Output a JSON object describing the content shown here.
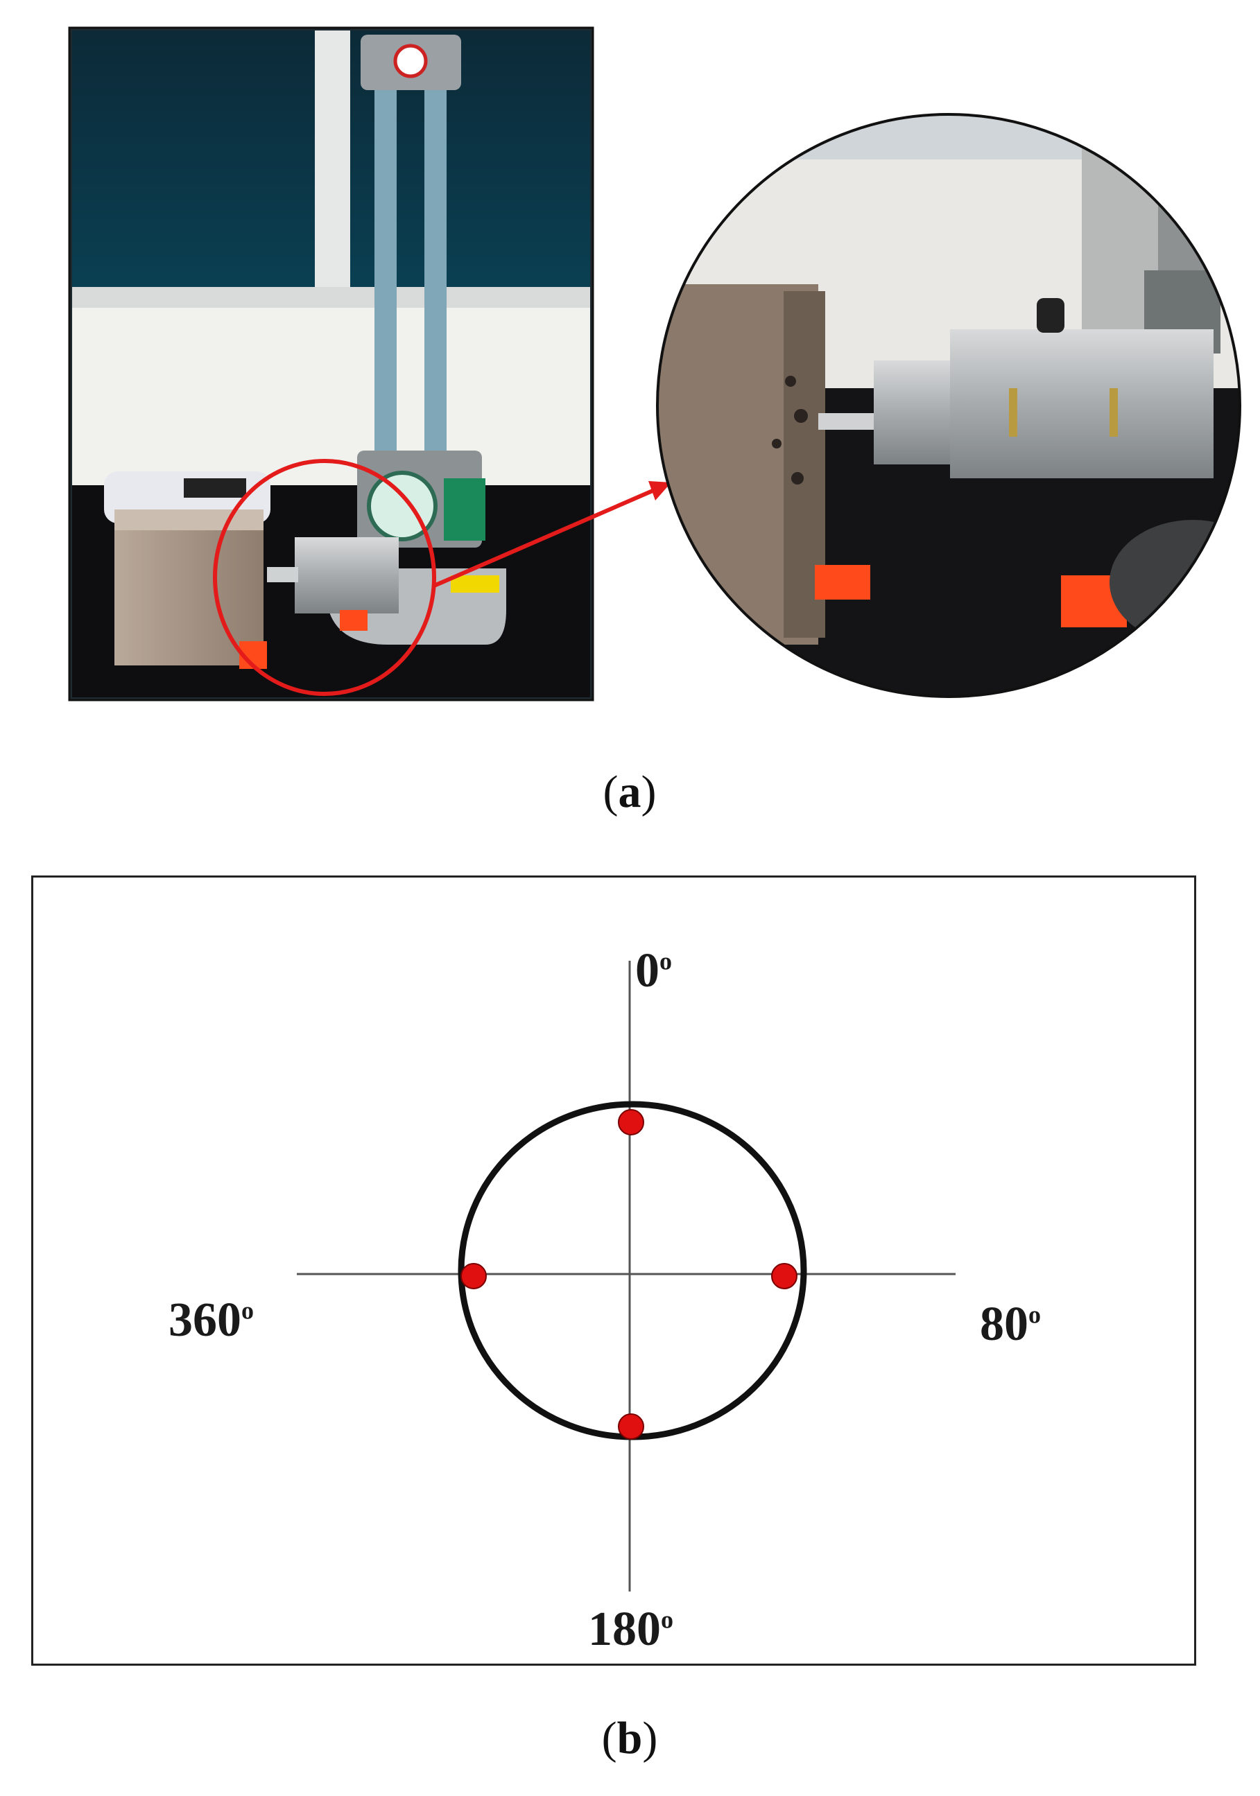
{
  "panel_a": {
    "caption_letter": "a"
  },
  "panel_b": {
    "caption_letter": "b",
    "labels": {
      "top": "0",
      "right": "80",
      "bottom": "180",
      "left": "360",
      "degree_mark": "o"
    }
  },
  "colors": {
    "marker_red": "#e01010",
    "highlight_circle": "#e31b1b",
    "axis_line": "#555555",
    "circle_stroke": "#111111"
  }
}
